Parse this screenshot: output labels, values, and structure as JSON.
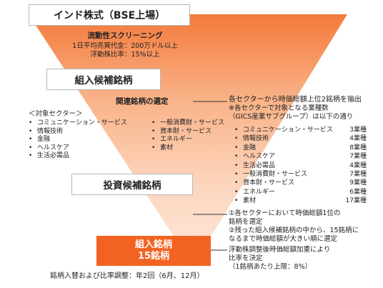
{
  "colors": {
    "funnel_top": "#f47a3b",
    "funnel_bottom": "#fde2cf",
    "final_box": "#f26322",
    "connector": "#333333"
  },
  "top_box": {
    "title": "インド株式（BSE上場）"
  },
  "screening": {
    "title": "流動性スクリーニング",
    "line1": "1日平均売買代金：200万ドル以上",
    "line2": "浮動株比率：15%以上"
  },
  "candidate_box": {
    "title": "組入候補銘柄"
  },
  "selection": {
    "title": "関連銘柄の選定"
  },
  "sectors": {
    "header": "＜対象セクター＞",
    "left": [
      "コミュニケーション・サービス",
      "情報技術",
      "金融",
      "ヘルスケア",
      "生活必需品"
    ],
    "right": [
      "一般消費財・サービス",
      "資本財・サービス",
      "エネルギー",
      "素材"
    ]
  },
  "note_top": {
    "line1": "各セクターから時価総額上位2銘柄を抽出",
    "line2": "※各セクターで対象となる業種数",
    "line3": "（GICS産業サブグループ）は以下の通り"
  },
  "industry_counts": [
    {
      "sector": "コミュニケーション・サービス",
      "count": "3業種"
    },
    {
      "sector": "情報技術",
      "count": "4業種"
    },
    {
      "sector": "金融",
      "count": "8業種"
    },
    {
      "sector": "ヘルスケア",
      "count": "7業種"
    },
    {
      "sector": "生活必需品",
      "count": "4業種"
    },
    {
      "sector": "一般消費財・サービス",
      "count": "7業種"
    },
    {
      "sector": "資本財・サービス",
      "count": "9業種"
    },
    {
      "sector": "エネルギー",
      "count": "6業種"
    },
    {
      "sector": "素材",
      "count": "17業種"
    }
  ],
  "investment_box": {
    "title": "投資候補銘柄"
  },
  "note_mid": {
    "line1": "①各セクターにおいて時価総額1位の",
    "line2": "銘柄を選定",
    "line3": "②残った組入候補銘柄の中から、15銘柄に",
    "line4": "なるまで時価総額が大きい順に選定"
  },
  "final_box": {
    "line1": "組入銘柄",
    "line2": "15銘柄"
  },
  "note_bottom": {
    "line1": "浮動株調整後時価総額加重により",
    "line2": "比率を決定",
    "line3": "（1銘柄あたり上限：8%）"
  },
  "footer": {
    "text": "銘柄入替および比率調整：年2回（6月、12月）"
  }
}
